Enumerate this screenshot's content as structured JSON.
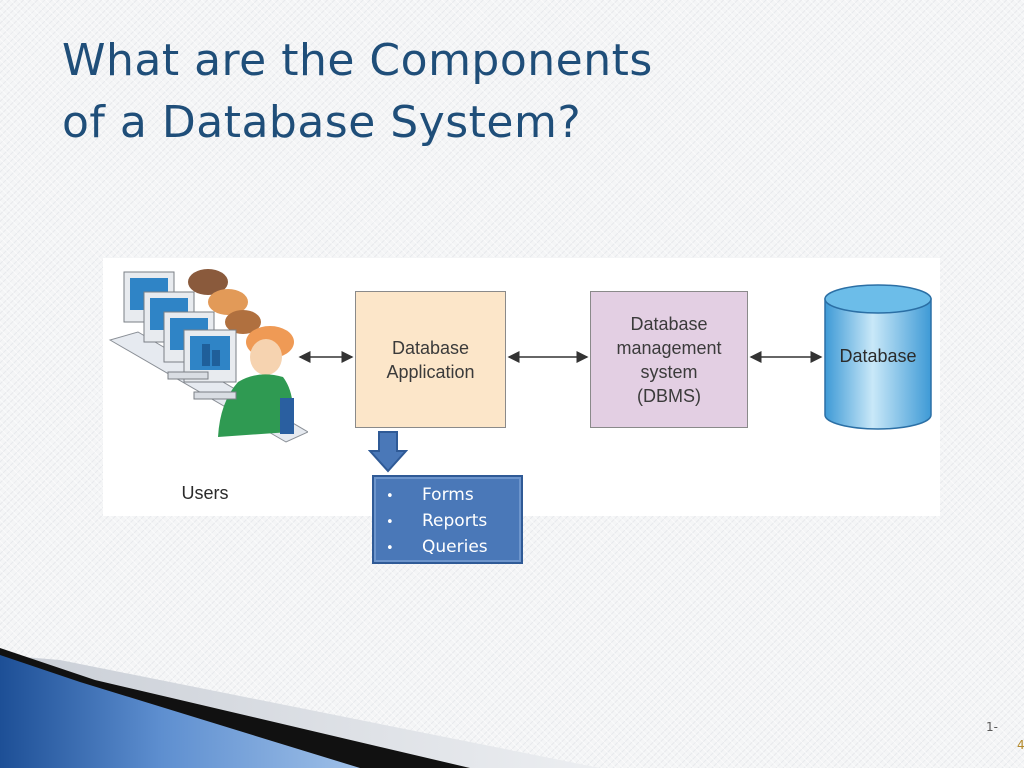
{
  "slide": {
    "title_line1": "What are the Components",
    "title_line2": "of a  Database System?"
  },
  "diagram": {
    "users_label": "Users",
    "application_label": "Database\nApplication",
    "dbms_label": "Database\nmanagement\nsystem\n(DBMS)",
    "database_label": "Database",
    "features": [
      "Forms",
      "Reports",
      "Queries"
    ],
    "bullet": "•"
  },
  "footer": {
    "page_number": "1-",
    "page_suffix": "4"
  },
  "colors": {
    "title": "#1f4e79",
    "application_box": "#fce6c9",
    "dbms_box": "#e3cfe3",
    "database_cylinder": "#5cb1e0",
    "features_box": "#4a78b8",
    "corner_band": "#2a5ba0"
  }
}
